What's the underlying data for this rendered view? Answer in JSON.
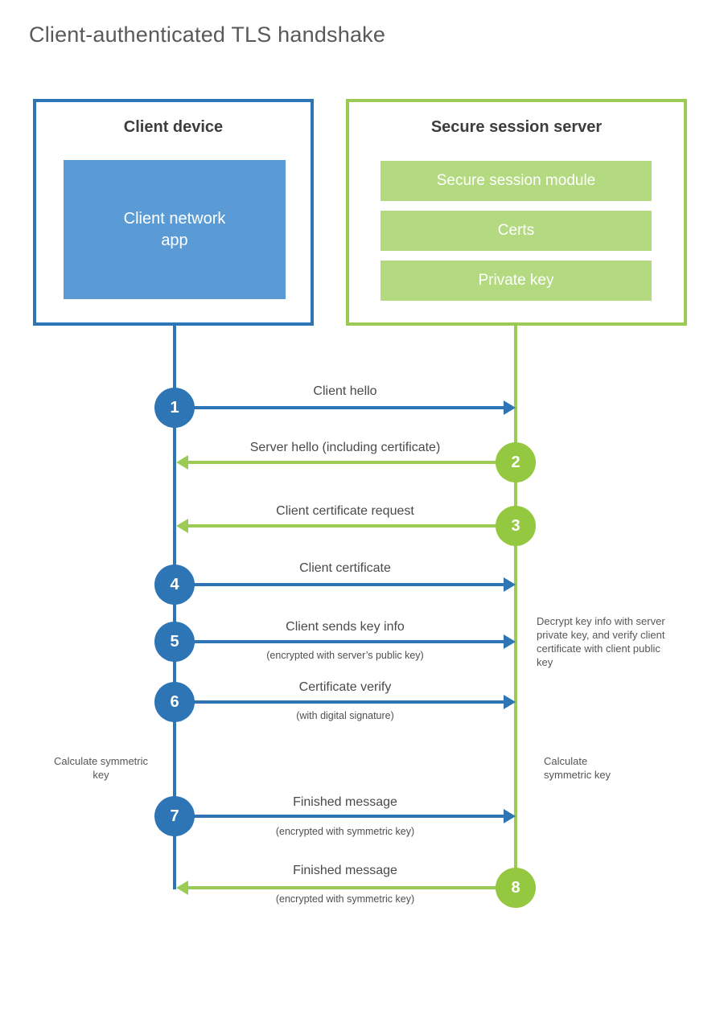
{
  "title": "Client-authenticated TLS handshake",
  "colors": {
    "blue": "#2e75b6",
    "blue_fill": "#5b9bd5",
    "green": "#9ccb55",
    "green_circle": "#94c840",
    "green_bar": "#b3d981",
    "text_gray": "#4a4a4a"
  },
  "client_box": {
    "title": "Client device",
    "inner_label": "Client network app"
  },
  "server_box": {
    "title": "Secure session server",
    "modules": [
      {
        "label": "Secure session module"
      },
      {
        "label": "Certs"
      },
      {
        "label": "Private key"
      }
    ]
  },
  "messages": [
    {
      "num": "1",
      "label": "Client hello",
      "sub": "",
      "direction": "right",
      "color": "blue"
    },
    {
      "num": "2",
      "label": "Server hello (including certificate)",
      "sub": "",
      "direction": "left",
      "color": "green"
    },
    {
      "num": "3",
      "label": "Client certificate request",
      "sub": "",
      "direction": "left",
      "color": "green"
    },
    {
      "num": "4",
      "label": "Client certificate",
      "sub": "",
      "direction": "right",
      "color": "blue"
    },
    {
      "num": "5",
      "label": "Client sends key info",
      "sub": "(encrypted with server’s public key)",
      "direction": "right",
      "color": "blue"
    },
    {
      "num": "6",
      "label": "Certificate verify",
      "sub": "(with digital signature)",
      "direction": "right",
      "color": "blue"
    },
    {
      "num": "7",
      "label": "Finished message",
      "sub": "(encrypted with symmetric key)",
      "direction": "right",
      "color": "blue"
    },
    {
      "num": "8",
      "label": "Finished message",
      "sub": "(encrypted with symmetric key)",
      "direction": "left",
      "color": "green"
    }
  ],
  "annotations": {
    "decrypt_note": "Decrypt key info with server private key, and verify client certificate with client public key",
    "calc_left": "Calculate symmetric key",
    "calc_right": "Calculate symmetric key"
  }
}
